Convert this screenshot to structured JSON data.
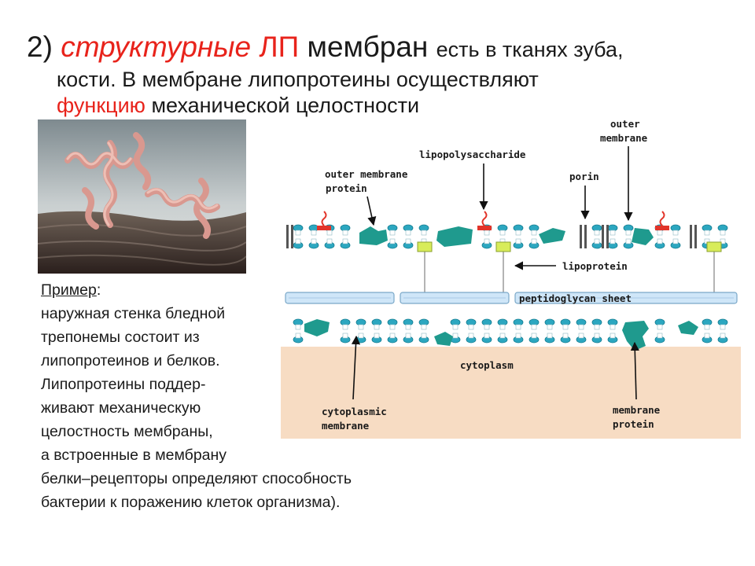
{
  "title": {
    "number": "2)",
    "word_red": "структурные",
    "word_lp": "ЛП",
    "word_membran": "мембран",
    "rest_line1": "есть в тканях зуба,",
    "line2": "кости. В мембране липопротеины осуществляют",
    "line3_red": "функцию",
    "line3_rest": "механической целостности"
  },
  "example": {
    "head": "Пример",
    "colon": ":",
    "lines": [
      "наружная стенка бледной",
      "трепонемы состоит из",
      "липопротеинов и белков.",
      "Липопротеины поддер-",
      "живают механическую",
      "целостность мембраны,",
      "а встроенные в мембрану",
      "белки–рецепторы определяют способность",
      "бактерии к поражению клеток организма)."
    ]
  },
  "diagram": {
    "labels": {
      "outer_membrane_1": "outer",
      "outer_membrane_2": "membrane",
      "lps": "lipopolysaccharide",
      "omp_1": "outer membrane",
      "omp_2": "protein",
      "porin": "porin",
      "lipoprotein": "lipoprotein",
      "peptidoglycan": "peptidoglycan sheet",
      "cytoplasm": "cytoplasm",
      "cm_1": "cytoplasmic",
      "cm_2": "membrane",
      "mp_1": "membrane",
      "mp_2": "protein"
    },
    "colors": {
      "protein": "#1f9a8e",
      "lipid_head": "#2ca7c0",
      "lps_red": "#e2342a",
      "lipoprotein": "#d8ec5a",
      "peptidoglycan": "#cfe6f8",
      "cytoplasm": "#f7dcc3"
    }
  },
  "photo": {
    "icon": "treponema-micrograph-image"
  }
}
